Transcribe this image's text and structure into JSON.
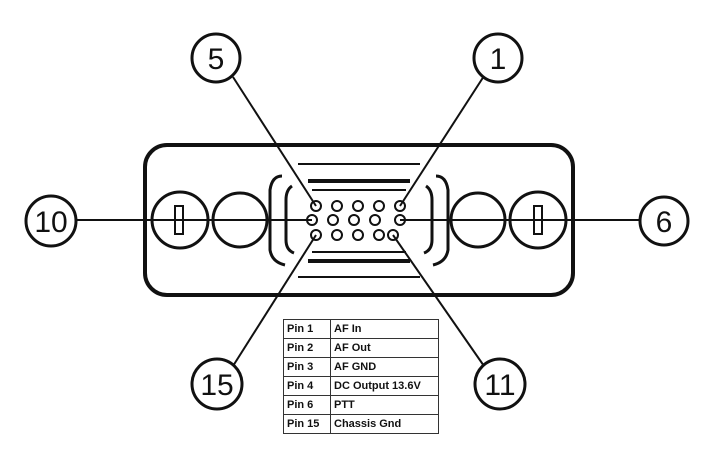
{
  "callouts": {
    "pin5": "5",
    "pin1": "1",
    "pin10": "10",
    "pin6": "6",
    "pin15": "15",
    "pin11": "11"
  },
  "pin_table": {
    "rows": [
      {
        "pin": "Pin 1",
        "function": "AF In"
      },
      {
        "pin": "Pin 2",
        "function": "AF Out"
      },
      {
        "pin": "Pin 3",
        "function": "AF GND"
      },
      {
        "pin": "Pin 4",
        "function": "DC Output 13.6V"
      },
      {
        "pin": "Pin 6",
        "function": "PTT"
      },
      {
        "pin": "Pin 15",
        "function": "Chassis Gnd"
      }
    ]
  },
  "colors": {
    "stroke": "#111111",
    "background": "#ffffff"
  }
}
